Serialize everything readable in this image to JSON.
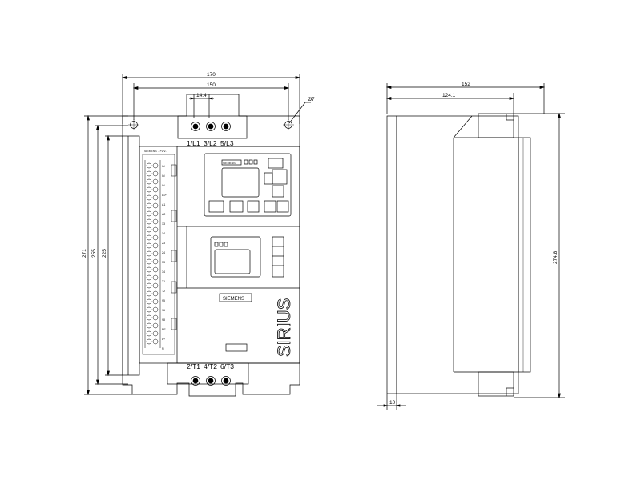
{
  "front_view": {
    "dimensions": {
      "width_overall": "170",
      "hole_spacing": "150",
      "terminal_pitch": "14.4",
      "hole_diameter": "Ø7",
      "height_overall": "271",
      "height_mount": "255",
      "height_body": "225"
    },
    "terminals_top": [
      "1/L1",
      "3/L2",
      "5/L3"
    ],
    "terminals_bottom": [
      "2/T1",
      "4/T2",
      "6/T3"
    ],
    "brand_label": "SIEMENS",
    "product_label": "SIRIUS",
    "display_brand": "SIEMENS",
    "wiring_title": "SIEMENS ...+UV...",
    "control_terminals": [
      "IN",
      "IN",
      "IN",
      "L1+",
      "A1",
      "A2",
      "13",
      "14",
      "23",
      "24",
      "33",
      "34",
      "T1",
      "T2",
      "95",
      "96",
      "98",
      "PE",
      "L+",
      "N"
    ]
  },
  "side_view": {
    "dimensions": {
      "depth_overall": "152",
      "depth_inner": "124.1",
      "height_side": "274.8",
      "offset_bottom": "10"
    }
  }
}
